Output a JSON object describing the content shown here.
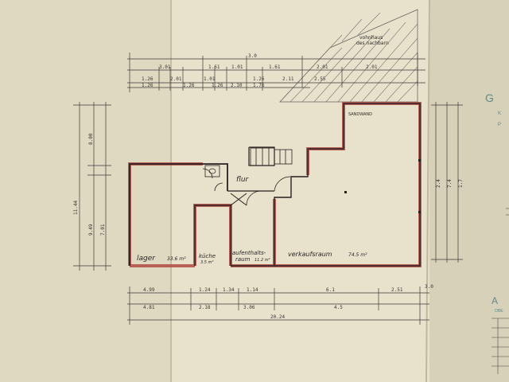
{
  "labels": {
    "neighbor": [
      "vohnhaus",
      "des nachbarn"
    ],
    "sand_margin": "SANDWAND",
    "flur": "flur"
  },
  "rooms": [
    {
      "name": "lager",
      "area": "33.6 m²"
    },
    {
      "name": "küche",
      "area": "3.5 m²"
    },
    {
      "name": "aufenthalts-",
      "sub": "raum",
      "area": "11.2 m²"
    },
    {
      "name": "verkaufsraum",
      "area": "74.5 m²"
    }
  ],
  "dims_top_row1": [
    "1.61",
    "3.01",
    "1.01",
    "1.61",
    "2.01",
    "2.01"
  ],
  "dims_top_row2": [
    "1.26",
    "2.01",
    "1.01",
    "1.26",
    "2.11",
    "2.55"
  ],
  "dims_top_row3": [
    "1.26",
    "1.26",
    "1.26",
    "2.10",
    "1.76"
  ],
  "dim_top_right": "3.0",
  "dims_bottom_row1": [
    "4.99",
    "1.24",
    "1.34",
    "1.14",
    "6.1",
    "2.51"
  ],
  "dims_bottom_row2": [
    "4.81",
    "2.18",
    "3.06",
    "4.5"
  ],
  "dim_bottom_total": "20.24",
  "dim_bottom_right": "3.0",
  "dims_left": [
    "11.44",
    "8.00",
    "9.49",
    "7.01"
  ],
  "dims_right": [
    "2.4",
    "7.4",
    "1.7"
  ],
  "side_sheet": {
    "letter_top": "G",
    "lines_top": [
      "K",
      "P"
    ],
    "letter_bottom": "A",
    "lines_bottom": [
      "OBE"
    ]
  },
  "colors": {
    "paper": "#e4ddc6",
    "pencil": "#3c3838",
    "red_marker": "#b4524a",
    "blue_print": "#5f8a86"
  }
}
